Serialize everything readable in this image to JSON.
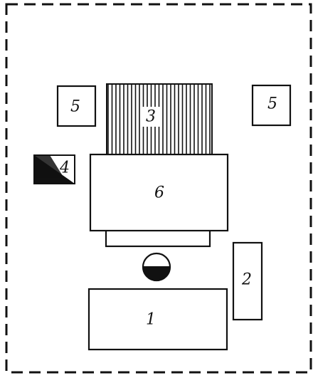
{
  "diagram": {
    "items": {
      "main_block": {
        "label": "1"
      },
      "side_block": {
        "label": "2"
      },
      "hatched_block": {
        "label": "3"
      },
      "small_square": {
        "label": "4"
      },
      "top_left_square": {
        "label": "5"
      },
      "top_right_square": {
        "label": "5"
      },
      "central_block": {
        "label": "6"
      }
    },
    "colors": {
      "ink": "#111111",
      "paper": "#ffffff"
    }
  }
}
